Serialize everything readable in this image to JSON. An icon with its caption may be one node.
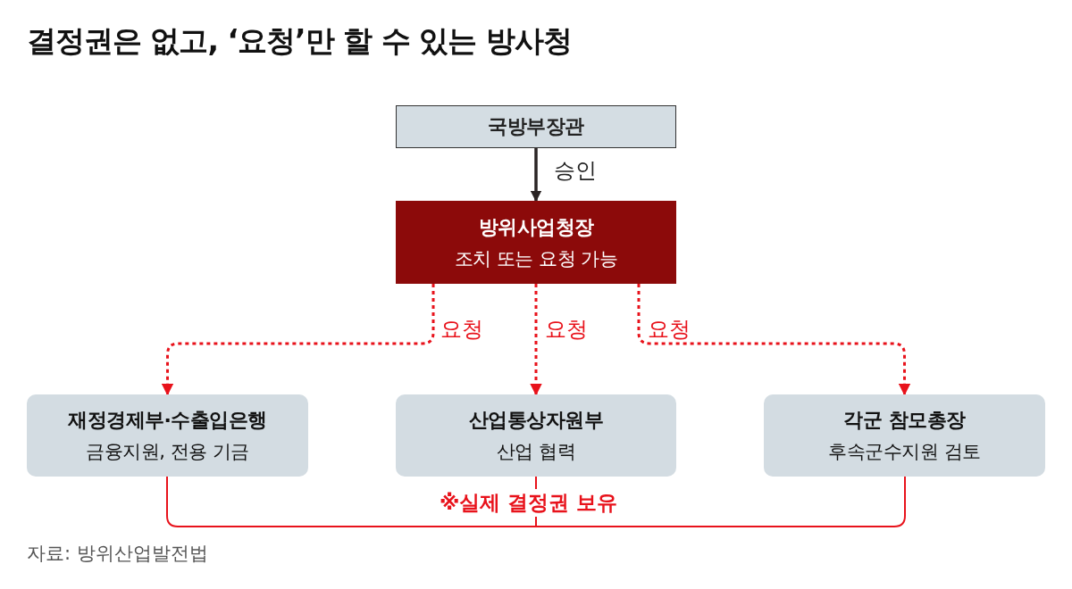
{
  "diagram": {
    "title": "결정권은 없고, ‘요청’만 할 수 있는 방사청",
    "nodes": [
      {
        "text": [
          "국방부장관"
        ]
      },
      {
        "text": [
          "방위사업청장",
          "조치 또는 요청 가능"
        ]
      },
      {
        "text": [
          "재정경제부·수출입은행",
          "금융지원, 전용 기금"
        ]
      },
      {
        "text": [
          "산업통상자원부",
          "산업 협력"
        ]
      },
      {
        "text": [
          "각군 참모총장",
          "후속군수지원 검토"
        ]
      }
    ],
    "edges": [
      {
        "from": 0,
        "to": 1,
        "arrow": "to",
        "label": "승인",
        "color": "#2b2424"
      },
      {
        "from": 1,
        "to": 2,
        "arrow": "to",
        "label": "요청",
        "style": "dashed"
      },
      {
        "from": 1,
        "to": 3,
        "arrow": "to",
        "label": "요청",
        "style": "dashed"
      },
      {
        "from": 1,
        "to": 4,
        "arrow": "to",
        "label": "요청",
        "style": "dashed"
      }
    ],
    "labels": [
      "※실제 결정권 보유",
      "자료: 방위산업발전법"
    ]
  }
}
